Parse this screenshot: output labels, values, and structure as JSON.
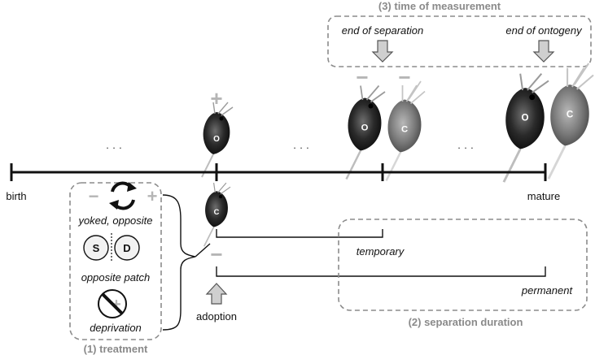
{
  "title_measurement": "(3) time of measurement",
  "measurement_points": {
    "end_of_separation": "end of separation",
    "end_of_ontogeny": "end of ontogeny"
  },
  "timeline": {
    "start_label": "birth",
    "end_label": "mature",
    "ellipsis": "· · ·",
    "adoption_label": "adoption"
  },
  "animals": {
    "own_label": "O",
    "companion_label": "C"
  },
  "signs": {
    "plus": "+",
    "minus": "−"
  },
  "treatment": {
    "title": "(1) treatment",
    "yoked": "yoked, opposite",
    "patch": "opposite patch",
    "patch_left": "S",
    "patch_right": "D",
    "deprivation": "deprivation"
  },
  "separation": {
    "title": "(2) separation duration",
    "temporary": "temporary",
    "permanent": "permanent"
  },
  "colors": {
    "line": "#111111",
    "dashed_box": "#8c8c8c",
    "sign_gray": "#b5b5b5",
    "arrow_fill": "#cfcfcf",
    "title_gray": "#8a8a8a"
  }
}
